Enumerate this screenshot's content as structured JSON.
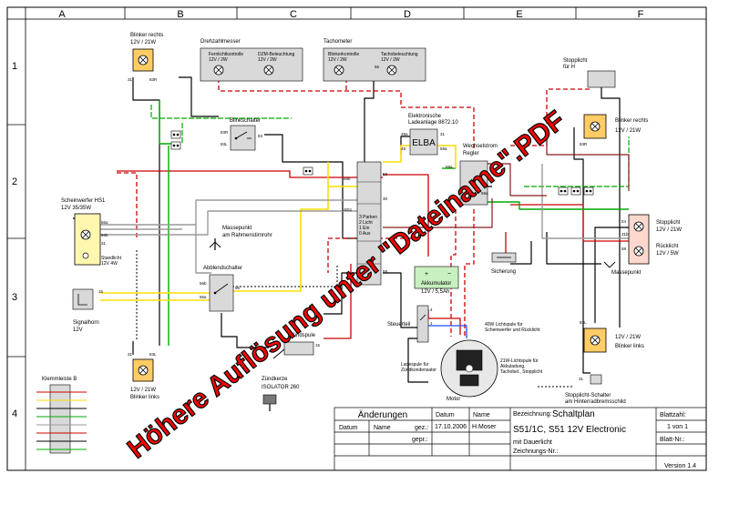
{
  "grid": {
    "columns": [
      "A",
      "B",
      "C",
      "D",
      "E",
      "F"
    ],
    "rows": [
      "1",
      "2",
      "3",
      "4"
    ]
  },
  "components": {
    "blinker_rechts_front": {
      "title": "Blinker rechts",
      "rating": "12V / 21W"
    },
    "drehzahlmesser": {
      "title": "Drehzahlmesser"
    },
    "fernlicht": {
      "title": "Fernlichtkontrolle",
      "rating": "12V / 2W"
    },
    "dzm_beleuchtung": {
      "title": "DZM-Beleuchtung",
      "rating": "12V / 2W"
    },
    "tachometer": {
      "title": "Tachometer"
    },
    "blinkerkontrolle": {
      "title": "Blinkerkontrolle",
      "rating": "12V / 2W"
    },
    "tachobeleuchtung": {
      "title": "Tachobeleuchtung",
      "rating": "12V / 2W"
    },
    "blinkschalter": {
      "title": "Blinkschalter"
    },
    "elba": {
      "title": "Elektronische",
      "line2": "Ladeanlage 8872.10",
      "box": "ELBA"
    },
    "wechselstrom": {
      "title": "Wechselstrom",
      "line2": "Regler"
    },
    "stopplicht_top": {
      "title": "Stopplicht",
      "line2": "für H"
    },
    "blinker_rechts_rear": {
      "title": "Blinker rechts",
      "rating": "12V / 21W"
    },
    "scheinwerfer": {
      "title": "Scheinwerfer HS1",
      "rating": "12V 35/35W",
      "standlicht": "Standlicht",
      "standlicht_rating": "12V 4W"
    },
    "massepunkt_rahmen": {
      "title": "Massepunkt",
      "line2": "am Rahmenstirnrohr"
    },
    "zuendschloss": {
      "l1": "3 Parken",
      "l2": "2 Licht",
      "l3": "1 Ein",
      "l4": "0 Aus"
    },
    "stopplicht": {
      "title": "Stopplicht",
      "rating": "12V / 21W"
    },
    "ruecklicht": {
      "title": "Rücklicht",
      "rating": "12V / 5W"
    },
    "sicherung": {
      "title": "Sicherung"
    },
    "massepunkt_rear": {
      "title": "Massepunkt"
    },
    "akkumulator": {
      "title": "Akkumulator",
      "rating": "12V / 5,5Ah",
      "plus": "+",
      "minus": "−"
    },
    "abblendschalter": {
      "title": "Abblendschalter"
    },
    "signalhorn": {
      "title": "Signalhorn",
      "rating": "12V"
    },
    "steuerteil": {
      "title": "Steuerteil"
    },
    "lichtspule40": {
      "l1": "40W Lichtspule für",
      "l2": "Scheinwerfer und Rücklicht"
    },
    "lichtspule21": {
      "l1": "21W-Lichtspule für",
      "l2": "Akkuladung,",
      "l3": "Tachobel., Stopplicht"
    },
    "ladespule": {
      "l1": "Ladespule für",
      "l2": "Zündkondensator"
    },
    "motor": {
      "title": "Motor"
    },
    "zuendspule": {
      "title": "Zündspule"
    },
    "zuendkerze": {
      "title": "Zündkerze",
      "line2": "ISOLATOR 260"
    },
    "blinker_links_front": {
      "title": "Blinker links",
      "rating": "12V / 21W"
    },
    "blinker_links_rear": {
      "title": "Blinker links",
      "rating": "12V / 21W"
    },
    "stopplicht_schalter": {
      "title": "Stopplicht-Schalter",
      "line2": "am Hinterradbremsschild"
    },
    "klemmleiste": {
      "title": "Klemmleiste B"
    }
  },
  "pins": {
    "p31": "31",
    "p83R": "83R",
    "p83L": "83L",
    "p83": "83",
    "p49": "49",
    "p49a": "49a",
    "p59a": "59a",
    "p59b": "59b",
    "p59": "59",
    "p58": "58",
    "p56": "56",
    "p56a": "56a",
    "p56b": "56b",
    "p15": "15",
    "p151": "15/51",
    "p30": "30",
    "p54": "54",
    "p57": "57",
    "p31b": "31b",
    "p1": "1",
    "p4": "4"
  },
  "title_block": {
    "aenderungen": "Änderungen",
    "datum_col": "Datum",
    "name_col": "Name",
    "gez_label": "gez.:",
    "gepr_label": "gepr.:",
    "datum_head": "Datum",
    "name_head": "Name",
    "date": "17.10.2006",
    "author": "H.Moser",
    "bezeichnung_label": "Bezeichnung:",
    "bezeichnung": "Schaltplan",
    "model": "S51/1C, S51 12V Electronic",
    "sub": "mit Dauerlicht",
    "zeichnungs_label": "Zeichnungs-Nr.:",
    "blattzahl_label": "Blattzahl:",
    "blattzahl": "1 von 1",
    "blattnr_label": "Blatt-Nr.:",
    "version": "Version 1.4"
  },
  "watermark": "Höhere Auflösung unter \"Dateiname\".PDF",
  "colors": {
    "wire_black": "#000000",
    "wire_red": "#cc0000",
    "wire_green": "#00aa00",
    "wire_yellow": "#ffdd00",
    "wire_gray": "#9a9a9a",
    "wire_blue": "#1f4fff",
    "wire_brown": "#8b1a1a",
    "lamp_fill": "#ffcc66",
    "stop_fill": "#ffd7cc",
    "battery_fill": "#c8f0c0",
    "headlight_fill": "#fff7b0",
    "watermark": "#ff0000"
  }
}
